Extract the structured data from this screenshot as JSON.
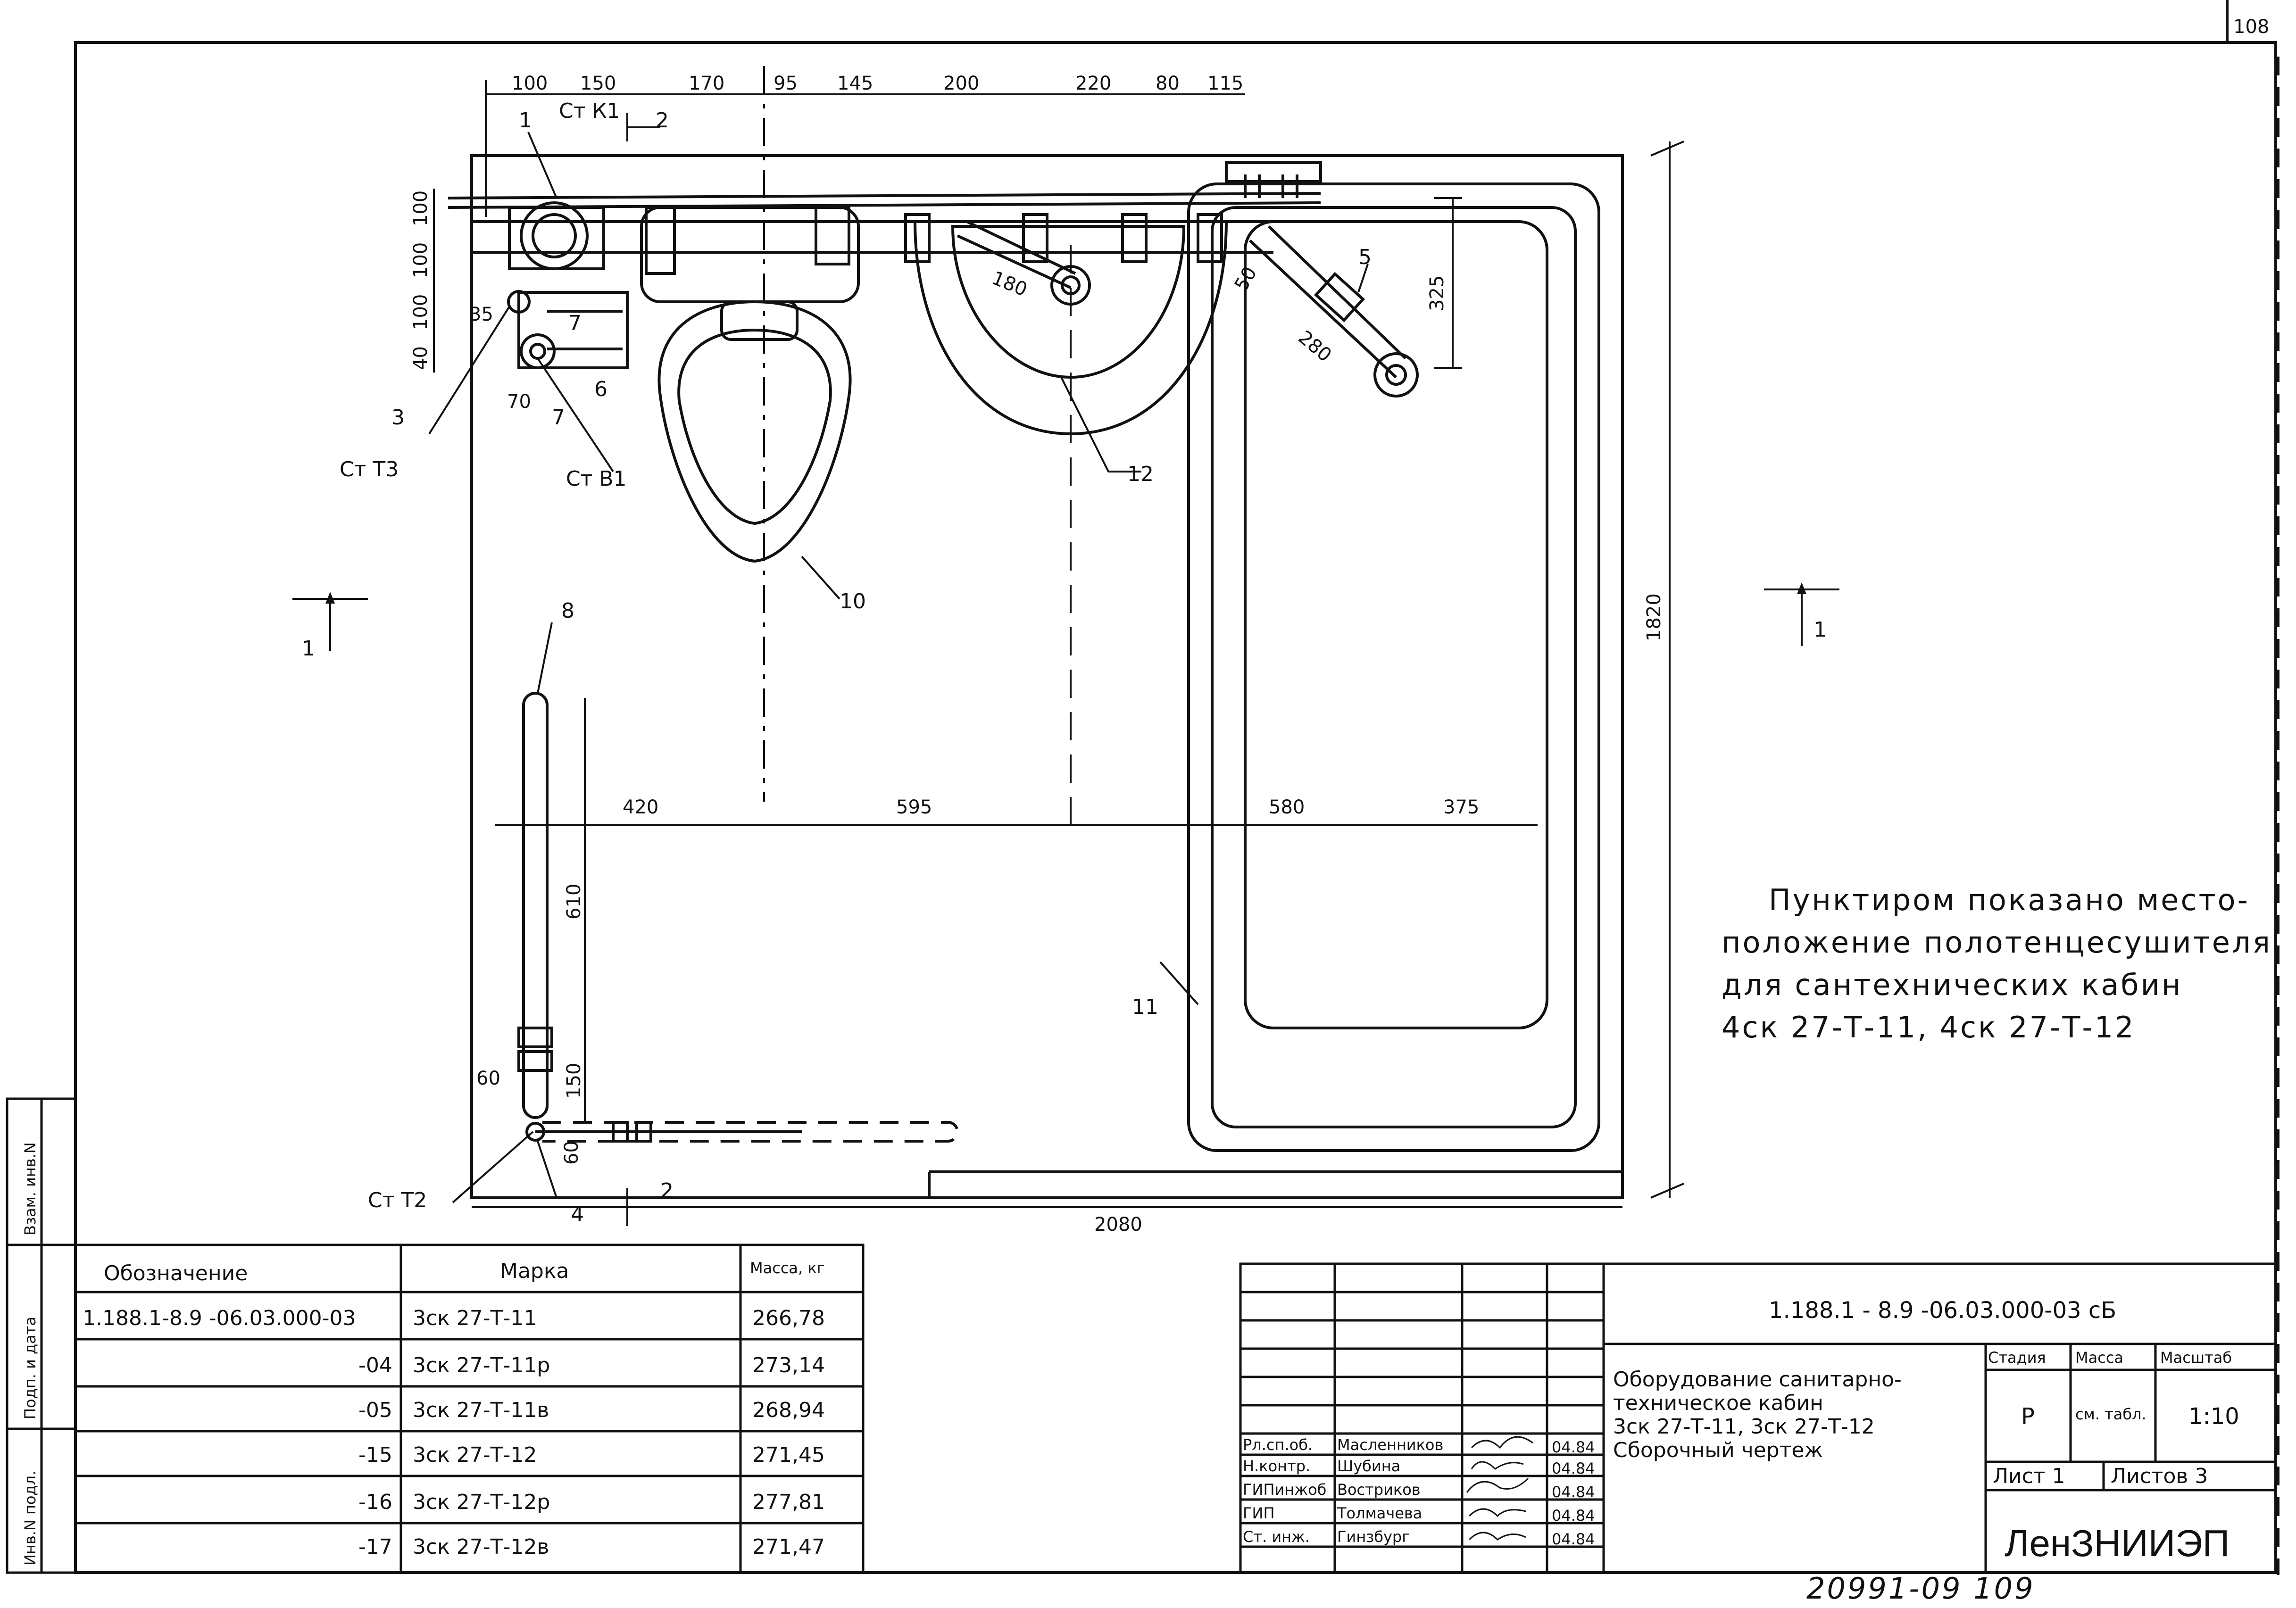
{
  "sheet_no_corner": "108",
  "plan": {
    "dims_top": [
      "100",
      "150",
      "170",
      "95",
      "145",
      "200",
      "220",
      "80",
      "115"
    ],
    "dims_mid": [
      "420",
      "595",
      "580",
      "375"
    ],
    "dim_overall_width": "2080",
    "dim_overall_height": "1820",
    "dims_left": [
      "100",
      "100",
      "100",
      "40"
    ],
    "dim_35": "35",
    "dim_70": "70",
    "dim_180": "180",
    "dim_280": "280",
    "dim_50": "50",
    "dim_325": "325",
    "dim_610": "610",
    "dim_150": "150",
    "dim_60a": "60",
    "dim_60b": "60",
    "callouts": {
      "c1": "1",
      "stk1": "Ст К1",
      "c2top": "2",
      "c7a": "7",
      "c6": "6",
      "c7b": "7",
      "c3": "3",
      "stt3": "Ст Т3",
      "stv1": "Ст В1",
      "c5": "5",
      "c12": "12",
      "c10": "10",
      "c8": "8",
      "c11": "11",
      "stt2": "Ст Т2",
      "c4": "4",
      "c2bottom": "2"
    },
    "section_left": "1",
    "section_right": "1"
  },
  "note_lines": [
    "Пунктиром показано место-",
    "положение полотенцесушителя",
    "для сантехнических кабин",
    "4ск 27-Т-11,  4ск 27-Т-12"
  ],
  "side_stamp": [
    "Инв.N подл.",
    "Подп. и дата",
    "Взам. инв.N"
  ],
  "marks_table": {
    "headers": [
      "Обозначение",
      "Марка",
      "Масса, кг"
    ],
    "rows": [
      {
        "designation": "1.188.1-8.9    -06.03.000-03",
        "mark": "3ск 27-Т-11",
        "mass": "266,78"
      },
      {
        "designation": "-04",
        "mark": "3ск 27-Т-11р",
        "mass": "273,14"
      },
      {
        "designation": "-05",
        "mark": "3ск 27-Т-11в",
        "mass": "268,94"
      },
      {
        "designation": "-15",
        "mark": "3ск 27-Т-12",
        "mass": "271,45"
      },
      {
        "designation": "-16",
        "mark": "3ск 27-Т-12р",
        "mass": "277,81"
      },
      {
        "designation": "-17",
        "mark": "3ск 27-Т-12в",
        "mass": "271,47"
      }
    ]
  },
  "title_block": {
    "doc_code": "1.188.1 - 8.9     -06.03.000-03 сБ",
    "title_lines": [
      "Оборудование санитарно-",
      "техническое кабин",
      "3ск 27-Т-11, 3ск 27-Т-12",
      "Сборочный чертеж"
    ],
    "stage_header": "Стадия",
    "mass_header": "Масса",
    "scale_header": "Масштаб",
    "stage": "Р",
    "mass": "см. табл.",
    "scale": "1:10",
    "sheet": "Лист 1",
    "sheets": "Листов 3",
    "org": "ЛенЗНИИЭП",
    "people": [
      {
        "role": "Рл.сп.об.",
        "name": "Масленников",
        "date": "04.84"
      },
      {
        "role": "Н.контр.",
        "name": "Шубина",
        "date": "04.84"
      },
      {
        "role": "ГИПинжоб",
        "name": "Востриков",
        "date": "04.84"
      },
      {
        "role": "ГИП",
        "name": "Толмачева",
        "date": "04.84"
      },
      {
        "role": "Ст. инж.",
        "name": "Гинзбург",
        "date": "04.84"
      }
    ]
  },
  "bottom_code": "20991-09 109"
}
